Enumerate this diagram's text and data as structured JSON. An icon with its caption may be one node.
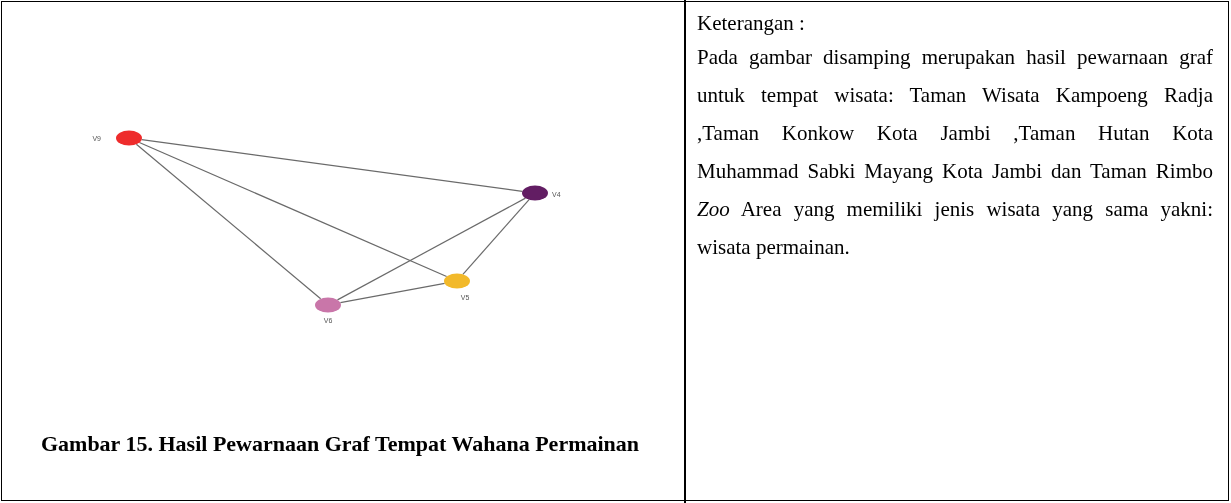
{
  "diagram": {
    "caption": "Gambar 15. Hasil Pewarnaan Graf Tempat Wahana Permainan",
    "nodes": [
      {
        "text": [],
        "shape": "circle",
        "beside": [
          "V9"
        ]
      },
      {
        "text": [],
        "shape": "circle",
        "beside": [
          "V4"
        ]
      },
      {
        "text": [],
        "shape": "circle",
        "beside": [
          "V5"
        ]
      },
      {
        "text": [],
        "shape": "circle",
        "beside": [
          "V6"
        ]
      }
    ],
    "edges": [
      {
        "from": 0,
        "to": 1,
        "arrow": "none"
      },
      {
        "from": 0,
        "to": 2,
        "arrow": "none"
      },
      {
        "from": 0,
        "to": 3,
        "arrow": "none"
      },
      {
        "from": 3,
        "to": 1,
        "arrow": "none"
      },
      {
        "from": 1,
        "to": 2,
        "arrow": "none"
      },
      {
        "from": 3,
        "to": 2,
        "arrow": "none"
      }
    ],
    "labels": [
      "Keterangan :",
      "Pada gambar disamping merupakan hasil pewarnaan graf untuk tempat wisata: Taman Wisata Kampoeng Radja ,Taman Konkow Kota Jambi ,Taman Hutan Kota Muhammad Sabki Mayang Kota Jambi dan  Taman Rimbo *Zoo* Area yang memiliki jenis wisata yang sama yakni: wisata permainan."
    ]
  }
}
